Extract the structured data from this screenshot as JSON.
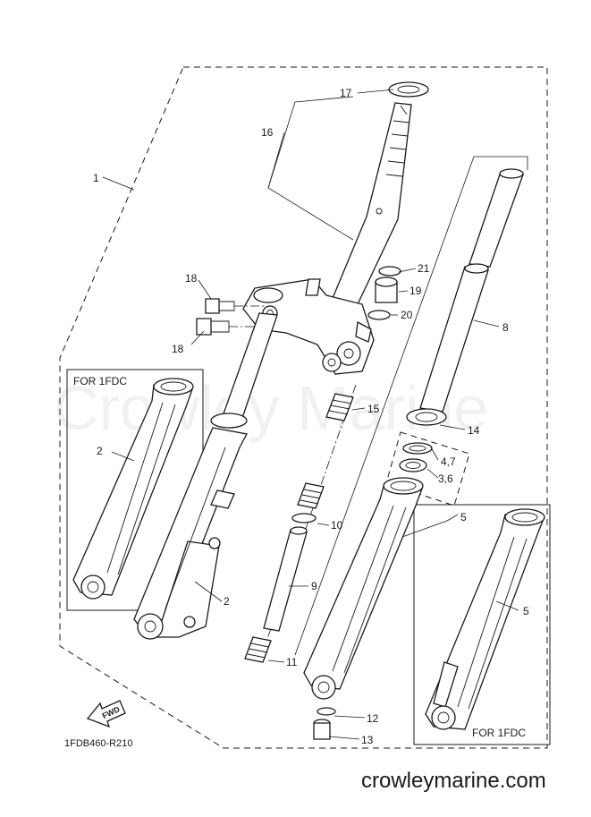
{
  "watermark": "Crowley Marine",
  "website": "crowleymarine.com",
  "diagram_code": "1FDB460-R210",
  "direction_label": "FWD",
  "inset_left": {
    "title": "FOR 1FDC"
  },
  "inset_right": {
    "title": "FOR 1FDC"
  },
  "callouts": {
    "c1": "1",
    "c2a": "2",
    "c2b": "2",
    "c3_6": "3,6",
    "c4_7": "4,7",
    "c5a": "5",
    "c5b": "5",
    "c8": "8",
    "c9": "9",
    "c10": "10",
    "c11": "11",
    "c12": "12",
    "c13": "13",
    "c14": "14",
    "c15": "15",
    "c16": "16",
    "c17": "17",
    "c18a": "18",
    "c18b": "18",
    "c19": "19",
    "c20": "20",
    "c21": "21"
  }
}
